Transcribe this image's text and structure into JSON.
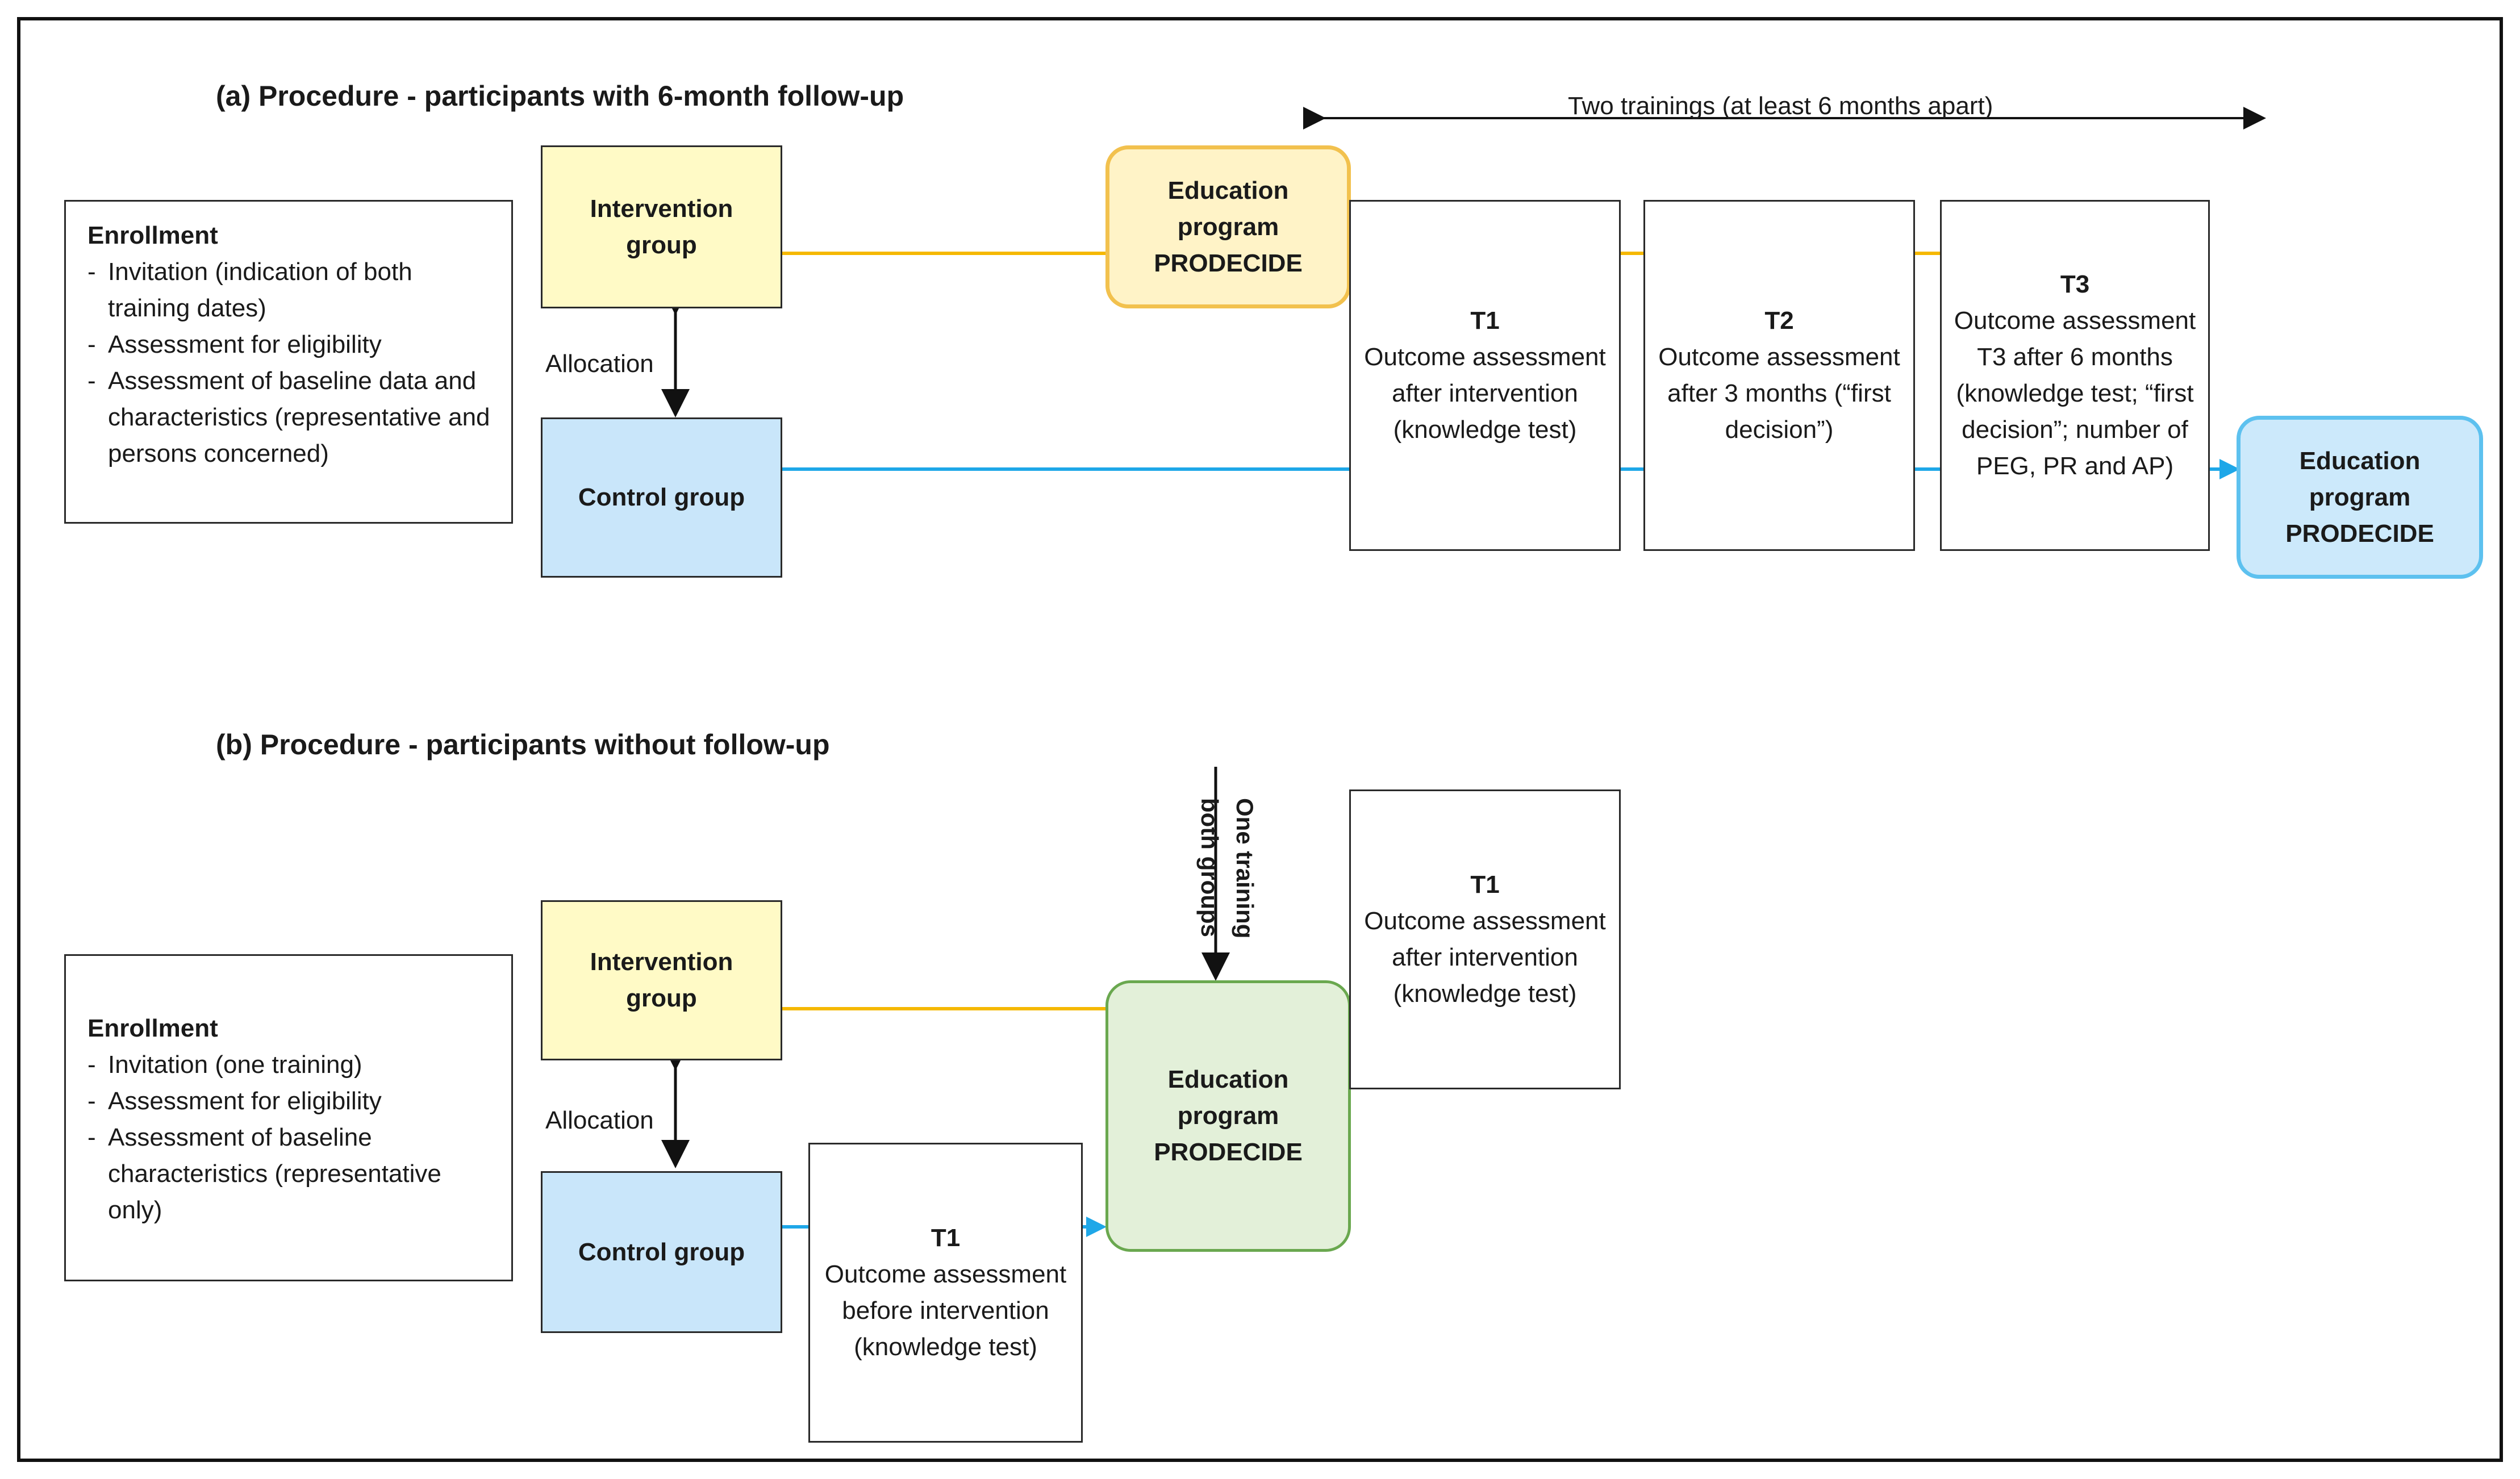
{
  "section_a": {
    "heading": "(a)  Procedure - participants with 6-month follow-up",
    "two_trainings": "Two trainings (at least 6 months apart)",
    "enrollment": {
      "title": "Enrollment",
      "items": [
        "Invitation (indication of both training dates)",
        "Assessment for eligibility",
        "Assessment of baseline data and characteristics (representative and persons concerned)"
      ]
    },
    "intervention_group": "Intervention group",
    "control_group": "Control group",
    "allocation": "Allocation",
    "education_program_1": "Education program PRODECIDE",
    "t1": {
      "title": "T1",
      "text": "Outcome assessment after intervention (knowledge test)"
    },
    "t2": {
      "title": "T2",
      "text": "Outcome assessment after 3 months (“first decision”)"
    },
    "t3": {
      "title": "T3",
      "text": "Outcome assessment T3 after 6 months (knowledge test; “first decision”; number of PEG, PR and AP)"
    },
    "education_program_2": "Education program PRODECIDE"
  },
  "section_b": {
    "heading": "(b)   Procedure - participants without follow-up",
    "enrollment": {
      "title": "Enrollment",
      "items": [
        "Invitation (one training)",
        "Assessment for eligibility",
        "Assessment of baseline characteristics (representative only)"
      ]
    },
    "intervention_group": "Intervention group",
    "control_group": "Control group",
    "allocation": "Allocation",
    "one_training": "One training both groups",
    "education_program": "Education program PRODECIDE",
    "t1_after": {
      "title": "T1",
      "text": "Outcome assessment after intervention (knowledge test)"
    },
    "t1_before": {
      "title": "T1",
      "text": "Outcome assessment before intervention (knowledge test)"
    }
  },
  "colors": {
    "intervention_line": "#f5b800",
    "control_line": "#1ea7e8",
    "intervention_fill": "#fffac6",
    "control_fill": "#c9e6fa",
    "edu_yellow_border": "#f2c14e",
    "edu_blue_border": "#5dc1ef",
    "edu_green_fill": "#e3f0d9",
    "edu_green_border": "#6aa84f"
  }
}
